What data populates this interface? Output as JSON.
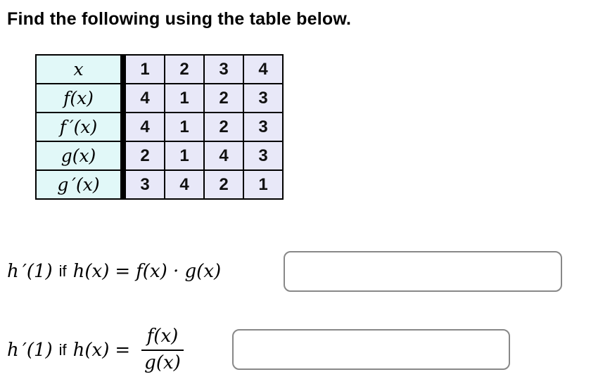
{
  "title": "Find the following using the table below.",
  "table": {
    "rows": [
      {
        "label": "x",
        "values": [
          "1",
          "2",
          "3",
          "4"
        ]
      },
      {
        "label": "f(x)",
        "values": [
          "4",
          "1",
          "2",
          "3"
        ]
      },
      {
        "label": "f ′(x)",
        "values": [
          "4",
          "1",
          "2",
          "3"
        ]
      },
      {
        "label": "g(x)",
        "values": [
          "2",
          "1",
          "4",
          "3"
        ]
      },
      {
        "label": "g ′(x)",
        "values": [
          "3",
          "4",
          "2",
          "1"
        ]
      }
    ],
    "colors": {
      "label_bg": "#e1f8f8",
      "data_bg": "#e8e8f8",
      "border": "#000000"
    }
  },
  "questions": [
    {
      "lhs": "h ′(1)",
      "connector": "if",
      "hx": "h(x)",
      "equals": "=",
      "rhs": "f(x) · g(x)",
      "answer_value": ""
    },
    {
      "lhs": "h ′(1)",
      "connector": "if",
      "hx": "h(x)",
      "equals": "=",
      "numerator": "f(x)",
      "denominator": "g(x)",
      "answer_value": ""
    }
  ],
  "input": {
    "border_color": "#888888"
  }
}
